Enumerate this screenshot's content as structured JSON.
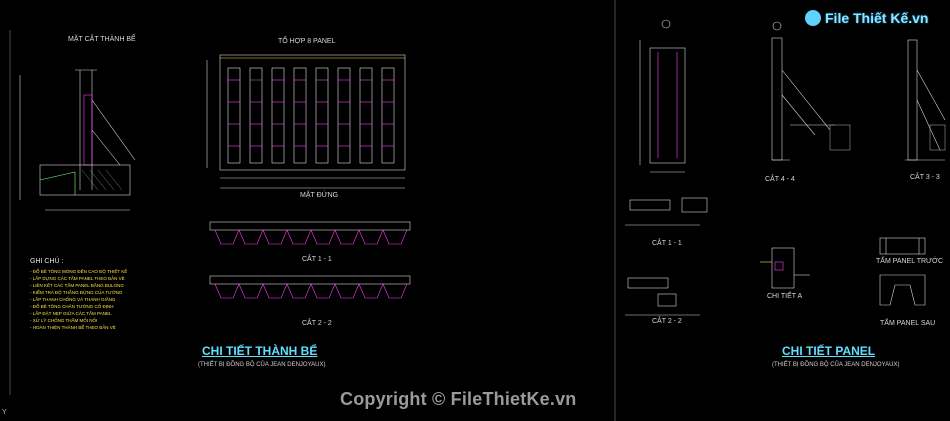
{
  "left_panel": {
    "section_title": "MẶT CẮT THÀNH BỂ",
    "assembly_title": "TỔ HỢP 8 PANEL",
    "elevation_label": "MẶT ĐỨNG",
    "cut_1_1": "CẮT 1 - 1",
    "cut_2_2": "CẮT 2 - 2",
    "notes_title": "GHI CHÚ :",
    "notes": [
      "- ĐỔ BÊ TÔNG MÓNG ĐẾN CAO ĐỘ THIẾT KẾ",
      "- LẮP DỰNG CÁC TẤM PANEL THEO BẢN VẼ",
      "- LIÊN KẾT CÁC TẤM PANEL BẰNG BULONG",
      "- KIỂM TRA ĐỘ THẲNG ĐỨNG CỦA TƯỜNG",
      "- LẮP THANH CHỐNG VÀ THANH GIẰNG",
      "- ĐỔ BÊ TÔNG CHÂN TƯỜNG CỐ ĐỊNH",
      "- LẮP ĐẶT NẸP GIỮA CÁC TẤM PANEL",
      "- XỬ LÝ CHỐNG THẤM MỐI NỐI",
      "- HOÀN THIỆN THÀNH BỂ THEO BẢN VẼ"
    ],
    "main_title": "CHI TIẾT THÀNH BỂ",
    "main_subtitle": "(THIẾT BỊ ĐỒNG BỘ CỦA JEAN DENJOYAUX)"
  },
  "right_panel": {
    "cut_4_4": "CẮT 4 - 4",
    "cut_3_3": "CẮT 3 - 3",
    "cut_1_1": "CẮT 1 - 1",
    "detail_a": "CHI TIẾT A",
    "cut_2_2": "CẮT 2 - 2",
    "panel_front": "TẤM PANEL TRƯỚC",
    "panel_back": "TẤM PANEL SAU",
    "main_title": "CHI TIẾT PANEL",
    "main_subtitle": "(THIẾT BỊ ĐỒNG BỘ CỦA JEAN DENJOYAUX)"
  },
  "watermark": {
    "logo_text": "File Thiết Kế.vn",
    "copyright": "Copyright © FileThietKe.vn"
  },
  "colors": {
    "background": "#000000",
    "cyan": "#5fe0ff",
    "yellow": "#ffe14a",
    "magenta": "#ff3cff",
    "green": "#7dff7d"
  }
}
